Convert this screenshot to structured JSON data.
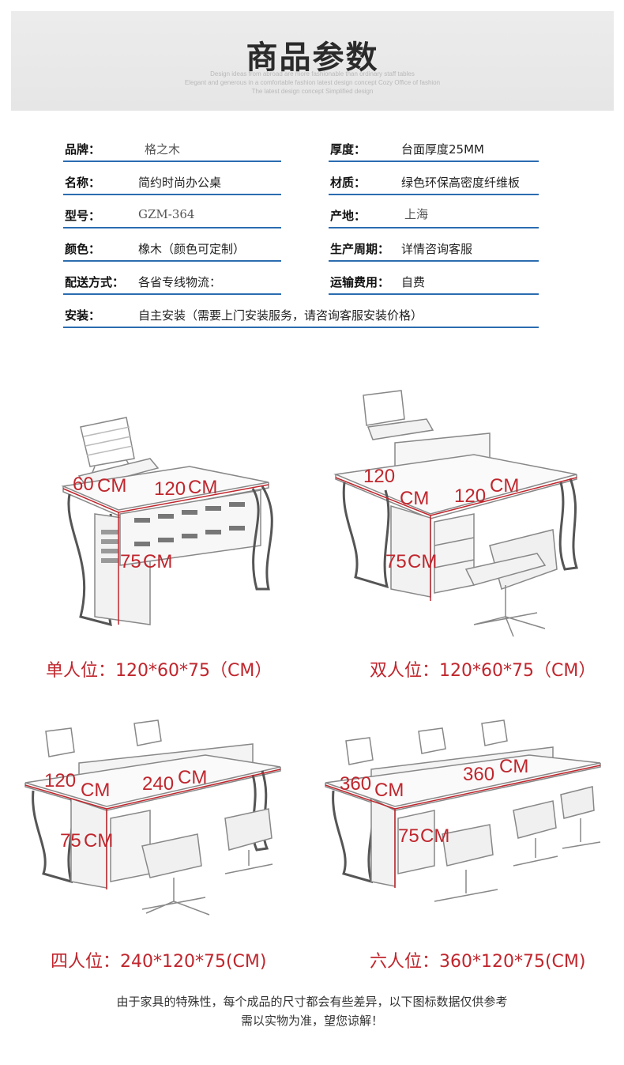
{
  "banner": {
    "title": "商品参数",
    "sub1": "Design ideas from abroad are more fashionable than ordinary staff tables",
    "sub2": "Elegant and generous in a comfortable fashion latest design concept Cozy Office of fashion",
    "sub3": "The latest design concept Simplified design"
  },
  "specs": {
    "brand_label": "品牌：",
    "brand_value": "格之木",
    "thickness_label": "厚度：",
    "thickness_value": "台面厚度25MM",
    "name_label": "名称：",
    "name_value": "简约时尚办公桌",
    "material_label": "材质：",
    "material_value": "绿色环保高密度纤维板",
    "model_label": "型号：",
    "model_value": "GZM-364",
    "origin_label": "产地：",
    "origin_value": "上海",
    "color_label": "颜色：",
    "color_value": "橡木（颜色可定制）",
    "cycle_label": "生产周期：",
    "cycle_value": "详情咨询客服",
    "delivery_label": "配送方式：",
    "delivery_value": "各省专线物流：",
    "shipping_label": "运输费用：",
    "shipping_value": "自费",
    "install_label": "安装：",
    "install_value": "自主安装（需要上门安装服务，请咨询客服安装价格）"
  },
  "products": {
    "single": {
      "caption": "单人位：120*60*75（CM）",
      "dim_depth": "60",
      "dim_width": "120",
      "dim_height": "75",
      "unit": "CM"
    },
    "double": {
      "caption": "双人位：120*60*75（CM）",
      "dim_depth": "120",
      "dim_width": "120",
      "dim_height": "75",
      "unit": "CM"
    },
    "four": {
      "caption": "四人位：240*120*75(CM)",
      "dim_depth": "120",
      "dim_width": "240",
      "dim_height": "75",
      "unit": "CM"
    },
    "six": {
      "caption": "六人位：360*120*75(CM)",
      "dim_depth": "360",
      "dim_width": "360",
      "dim_height": "75",
      "unit": "CM"
    }
  },
  "note": {
    "line1": "由于家具的特殊性，每个成品的尺寸都会有些差异，以下图标数据仅供参考",
    "line2": "需以实物为准，望您谅解！"
  },
  "colors": {
    "accent_red": "#c0262d",
    "line_blue": "#2b6cb0",
    "banner_bg": "#e8e8e8"
  }
}
